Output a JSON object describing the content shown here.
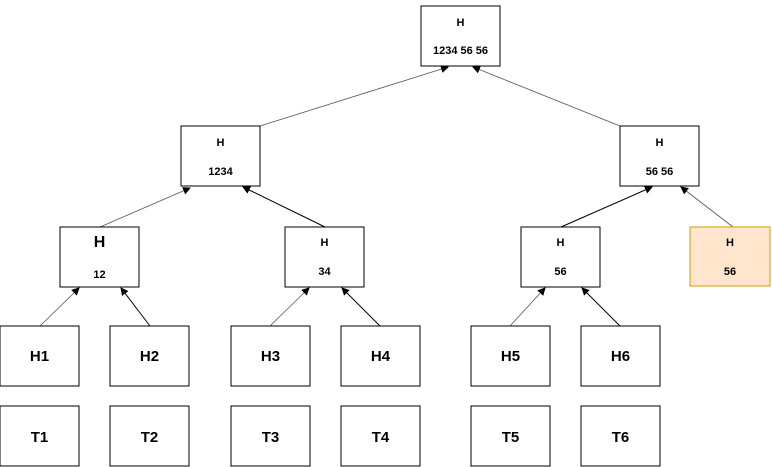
{
  "nodes": {
    "root": {
      "h": "H",
      "v": "1234 56 56"
    },
    "n1234": {
      "h": "H",
      "v": "1234"
    },
    "n5656": {
      "h": "H",
      "v": "56 56"
    },
    "n12": {
      "h": "H",
      "v": "12"
    },
    "n34": {
      "h": "H",
      "v": "34"
    },
    "n56": {
      "h": "H",
      "v": "56"
    },
    "n56dup": {
      "h": "H",
      "v": "56"
    },
    "h1": {
      "label": "H1"
    },
    "h2": {
      "label": "H2"
    },
    "h3": {
      "label": "H3"
    },
    "h4": {
      "label": "H4"
    },
    "h5": {
      "label": "H5"
    },
    "h6": {
      "label": "H6"
    },
    "t1": {
      "label": "T1"
    },
    "t2": {
      "label": "T2"
    },
    "t3": {
      "label": "T3"
    },
    "t4": {
      "label": "T4"
    },
    "t5": {
      "label": "T5"
    },
    "t6": {
      "label": "T6"
    }
  },
  "colors": {
    "highlight_fill": "#ffe6cc",
    "highlight_stroke": "#d79b00"
  }
}
